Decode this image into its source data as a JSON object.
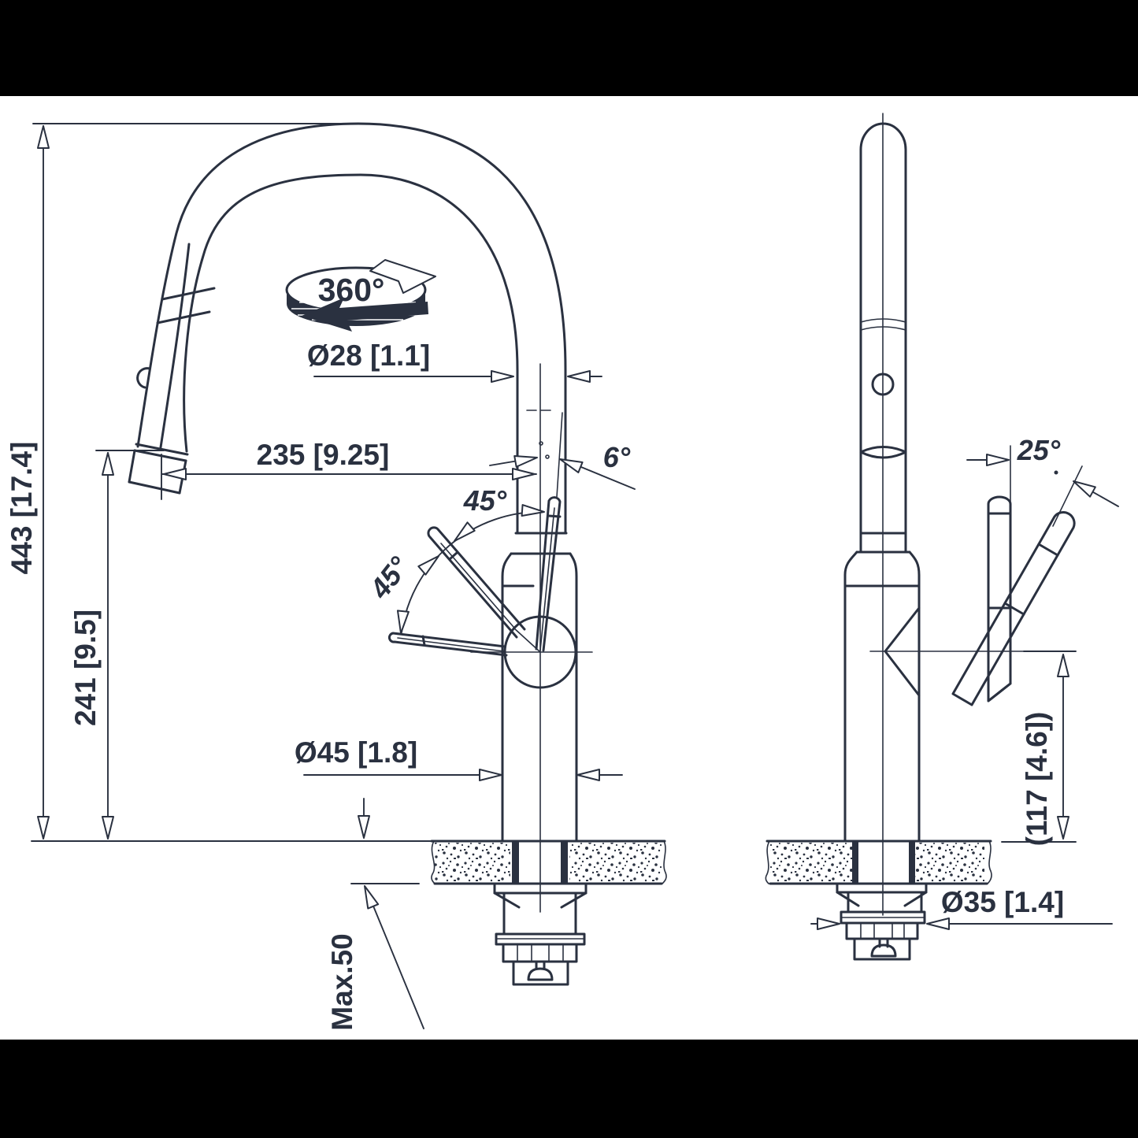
{
  "colors": {
    "line": "#2a3140",
    "background": "#ffffff",
    "letterbox": "#000000"
  },
  "front_view": {
    "labels": {
      "rotation": "360°",
      "spout_diameter": "Ø28 [1.1]",
      "reach": "235 [9.25]",
      "spout_tilt": "6°",
      "handle_angle_upper": "45°",
      "handle_angle_lower": "45°",
      "total_height": "443 [17.4]",
      "outlet_height": "241 [9.5]",
      "body_diameter": "Ø45 [1.8]",
      "max_deck_thickness": "Max.50"
    }
  },
  "side_view": {
    "labels": {
      "handle_tilt": "25°",
      "handle_height": "(117 [4.6])",
      "hole_diameter": "Ø35 [1.4]"
    }
  }
}
